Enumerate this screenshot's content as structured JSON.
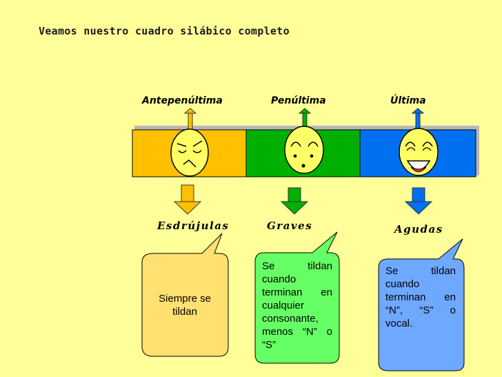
{
  "title": "Veamos nuestro cuadro silábico completo",
  "positions": {
    "antepenultima": "Antepenúltima",
    "penultima": "Penúltima",
    "ultima": "Última"
  },
  "types": {
    "esdrujulas": "Esdrújulas",
    "graves": "Graves",
    "agudas": "Agudas"
  },
  "bubbles": {
    "esdrujulas": "Siempre se tildan",
    "graves": "Se tildan cuando terminan en cualquier consonante, menos “N” o “S”",
    "agudas": "Se tildan cuando terminan en “N”, “S” o vocal."
  },
  "colors": {
    "background": "#FFFF99",
    "esdrujulas": "#FFC000",
    "graves": "#00B000",
    "agudas": "#0070F0",
    "bubble_esdrujulas": "#FFE070",
    "bubble_graves": "#66FF66",
    "bubble_agudas": "#6FA8FF",
    "face": "#FFFF66"
  },
  "icons": [
    "frown-face-icon",
    "smile-face-icon",
    "laugh-face-icon",
    "arrow-up-icon",
    "arrow-down-icon"
  ]
}
